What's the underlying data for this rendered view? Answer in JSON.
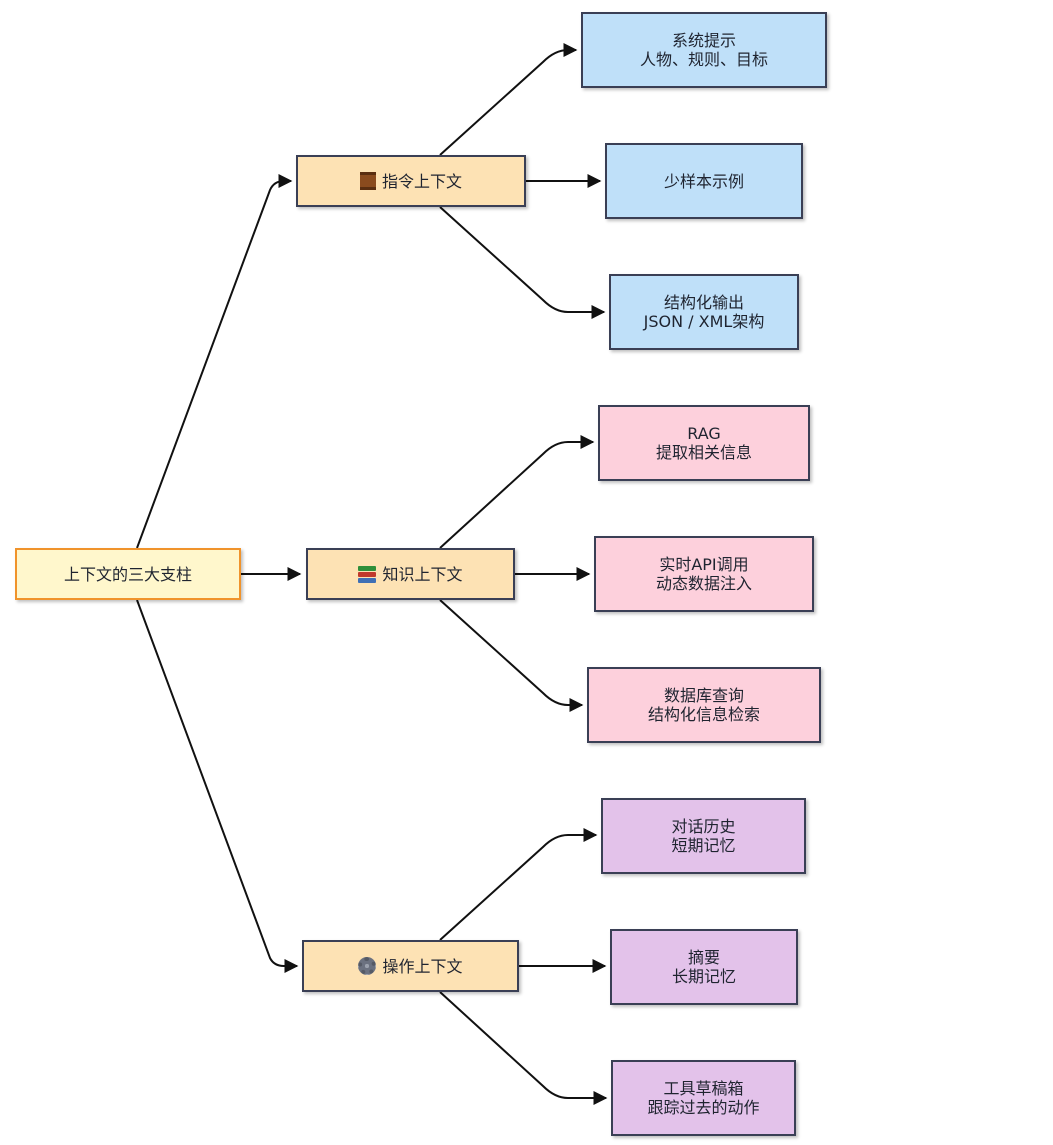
{
  "diagram": {
    "root": {
      "label": "上下文的三大支柱"
    },
    "branches": [
      {
        "id": "instruction",
        "label": "指令上下文",
        "icon": "scroll-icon",
        "leaves": [
          {
            "line1": "系统提示",
            "line2": "人物、规则、目标",
            "color": "#bfe0f9"
          },
          {
            "line1": "少样本示例",
            "line2": "",
            "color": "#bfe0f9"
          },
          {
            "line1": "结构化输出",
            "line2": "JSON / XML架构",
            "color": "#bfe0f9"
          }
        ]
      },
      {
        "id": "knowledge",
        "label": "知识上下文",
        "icon": "books-icon",
        "leaves": [
          {
            "line1": "RAG",
            "line2": "提取相关信息",
            "color": "#fdd0dc"
          },
          {
            "line1": "实时API调用",
            "line2": "动态数据注入",
            "color": "#fdd0dc"
          },
          {
            "line1": "数据库查询",
            "line2": "结构化信息检索",
            "color": "#fdd0dc"
          }
        ]
      },
      {
        "id": "operation",
        "label": "操作上下文",
        "icon": "gear-icon",
        "leaves": [
          {
            "line1": "对话历史",
            "line2": "短期记忆",
            "color": "#e3c2ea"
          },
          {
            "line1": "摘要",
            "line2": "长期记忆",
            "color": "#e3c2ea"
          },
          {
            "line1": "工具草稿箱",
            "line2": "跟踪过去的动作",
            "color": "#e3c2ea"
          }
        ]
      }
    ]
  }
}
